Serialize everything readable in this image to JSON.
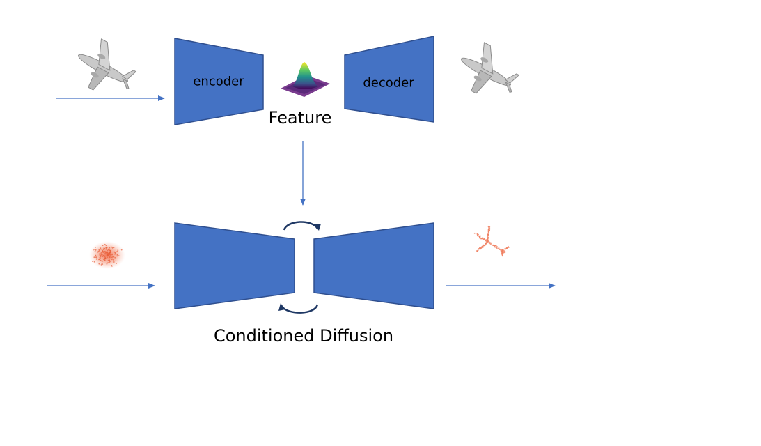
{
  "labels": {
    "encoder": "encoder",
    "decoder": "decoder",
    "feature": "Feature",
    "conditioned_diffusion": "Conditioned Diffusion"
  },
  "colors": {
    "block_fill": "#4472C4",
    "block_stroke": "#2F4F8F",
    "arrow": "#4472C4",
    "cycle_arrow": "#1F3864",
    "airplane_gray": "#9A9A9A",
    "point_cloud": "#F08060"
  },
  "icons": {
    "input_airplane": "airplane-mesh-icon",
    "output_airplane": "airplane-mesh-icon",
    "feature_map": "gaussian-feature-surface-icon",
    "noise": "noise-point-cloud-icon",
    "generated_airplane": "airplane-point-cloud-icon",
    "cycle": "cycle-arrow-icon"
  }
}
